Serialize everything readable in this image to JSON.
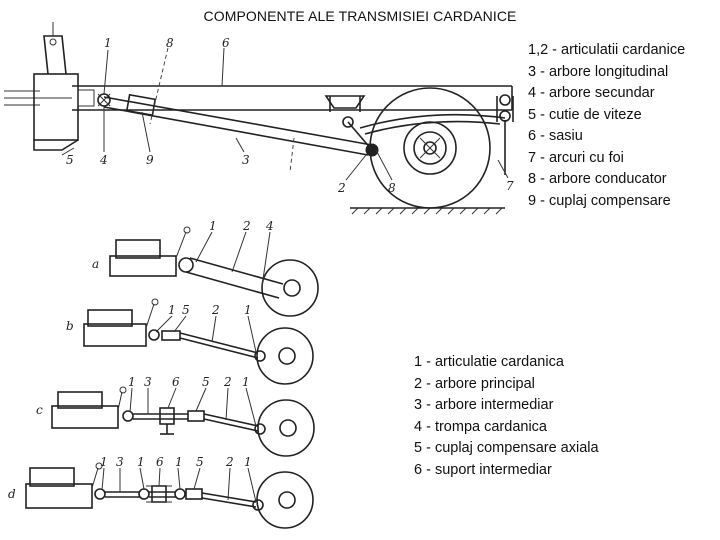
{
  "title": "COMPONENTE ALE TRANSMISIEI CARDANICE",
  "legend_top": [
    "1,2 - articulatii cardanice",
    "3 - arbore longitudinal",
    "4 - arbore secundar",
    "5 - cutie de viteze",
    "6 - sasiu",
    "7 - arcuri cu foi",
    "8 - arbore conducator",
    "9 - cuplaj compensare"
  ],
  "legend_bottom": [
    "1 - articulatie cardanica",
    "2 - arbore principal",
    "3 - arbore intermediar",
    "4 - trompa cardanica",
    "5 - cuplaj compensare axiala",
    "6 - suport intermediar"
  ],
  "top_drawing_labels": {
    "l1": "1",
    "l8a": "8",
    "l6": "6",
    "l5": "5",
    "l4": "4",
    "l9": "9",
    "l3": "3",
    "l2": "2",
    "l8b": "8",
    "l7": "7"
  },
  "variants": {
    "a": {
      "letter": "a",
      "callouts": [
        "1",
        "2",
        "4"
      ]
    },
    "b": {
      "letter": "b",
      "callouts": [
        "1",
        "5",
        "2",
        "1"
      ]
    },
    "c": {
      "letter": "c",
      "callouts": [
        "1",
        "3",
        "6",
        "5",
        "2",
        "1"
      ]
    },
    "d": {
      "letter": "d",
      "callouts": [
        "1",
        "3",
        "1",
        "6",
        "1",
        "5",
        "2",
        "1"
      ]
    }
  }
}
